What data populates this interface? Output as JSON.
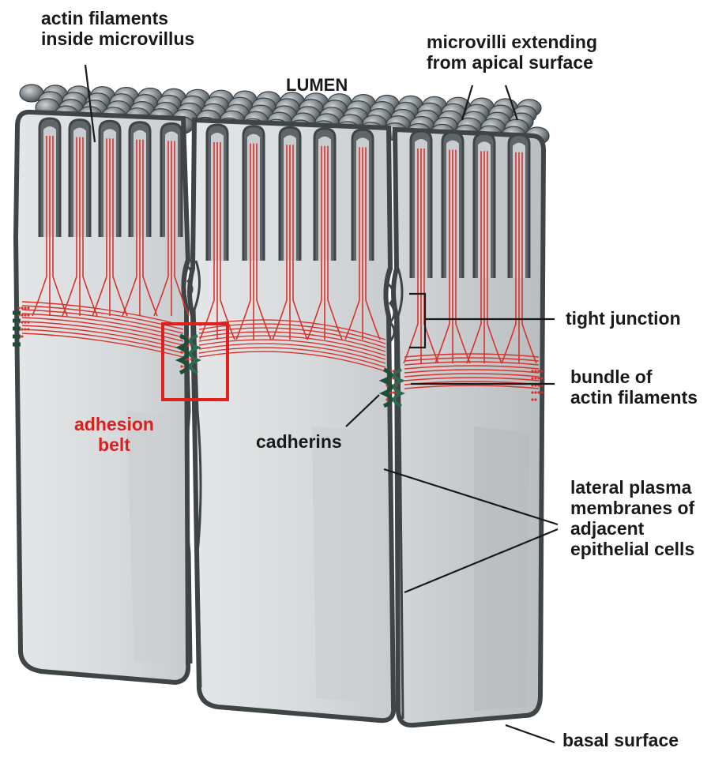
{
  "labels": {
    "actin_inside": [
      "actin filaments",
      "inside microvillus"
    ],
    "microvilli": [
      "microvilli extending",
      "from apical surface"
    ],
    "lumen": "LUMEN",
    "tight_junction": "tight junction",
    "bundle": [
      "bundle of",
      "actin filaments"
    ],
    "adhesion_belt": [
      "adhesion",
      "belt"
    ],
    "cadherins": "cadherins",
    "lateral": [
      "lateral plasma",
      "membranes of",
      "adjacent",
      "epithelial cells"
    ],
    "basal": "basal surface"
  },
  "colors": {
    "membrane": "#3f4446",
    "cytoplasm": "#d9dcde",
    "actin": "#d9322b",
    "cadherin": "#1f4d3a",
    "highlight_box": "#e0201c",
    "label_red": "#d9201f"
  }
}
